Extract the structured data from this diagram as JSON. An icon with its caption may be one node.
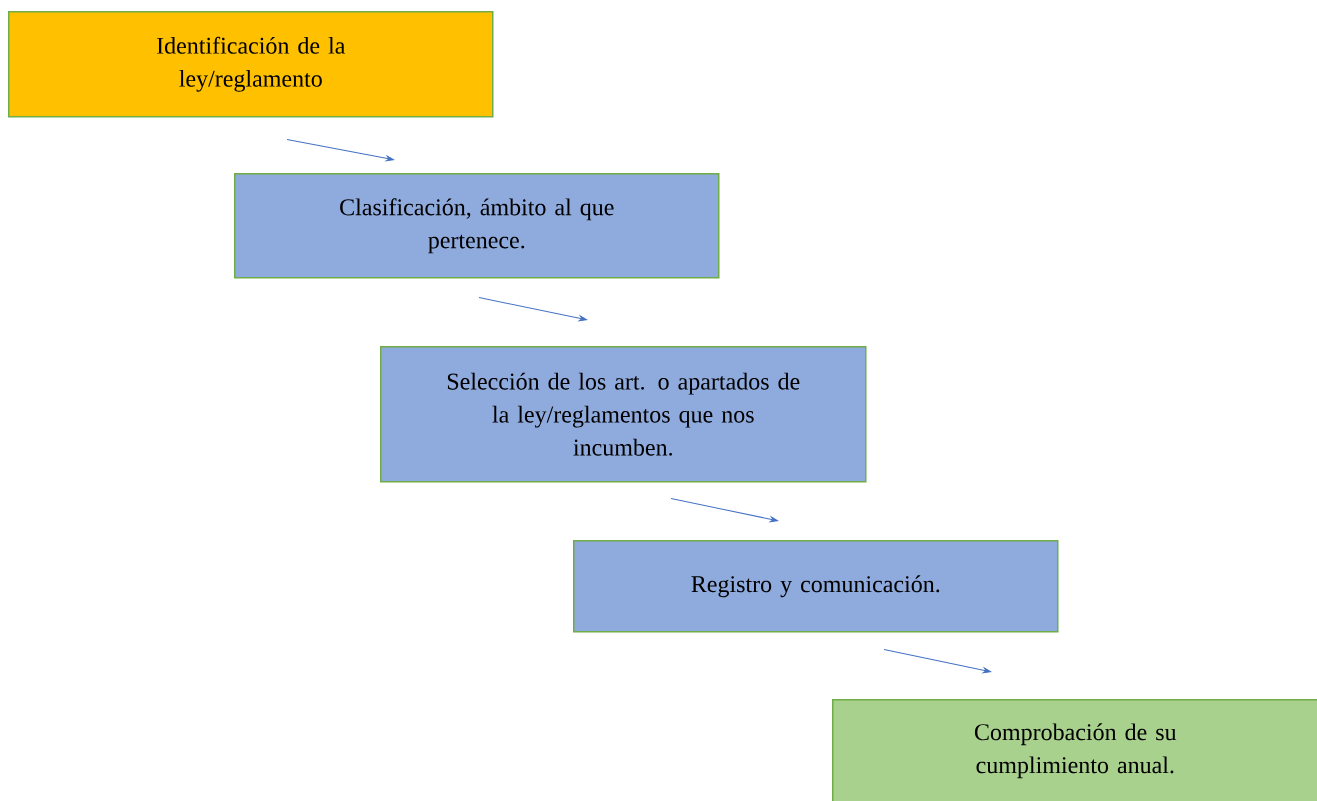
{
  "diagram": {
    "nodes": [
      {
        "text": [
          "Identificación de la ley/reglamento"
        ]
      },
      {
        "text": [
          "Clasificación, ámbito al que pertenece."
        ]
      },
      {
        "text": [
          "Selección de los art. o apartados de la ley/reglamentos que nos incumben."
        ]
      },
      {
        "text": [
          "Registro y comunicación."
        ]
      },
      {
        "text": [
          "Comprobación de su cumplimiento anual."
        ]
      }
    ],
    "edges": [
      {
        "from": 0,
        "to": 1,
        "arrow": "to"
      },
      {
        "from": 1,
        "to": 2,
        "arrow": "to"
      },
      {
        "from": 2,
        "to": 3,
        "arrow": "to"
      },
      {
        "from": 3,
        "to": 4,
        "arrow": "to"
      }
    ]
  }
}
